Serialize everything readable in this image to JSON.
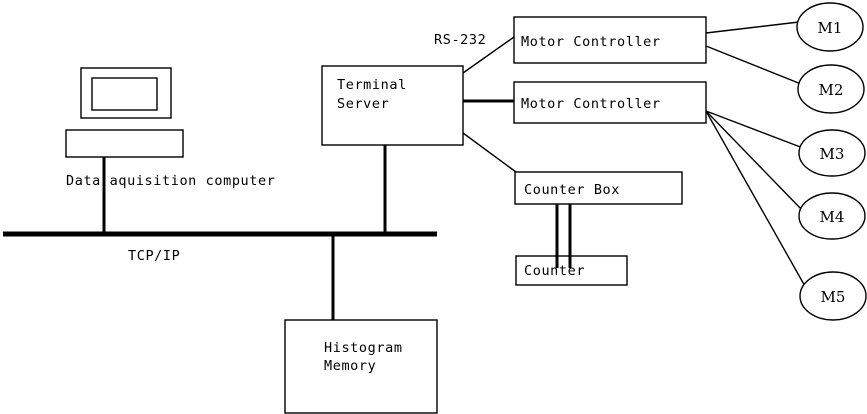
{
  "diagram": {
    "title": "Data acquisition system block diagram",
    "colors": {
      "background": "#ffffff",
      "stroke": "#000000",
      "fill": "#ffffff"
    },
    "nodes": {
      "computer": {
        "label": "Data aquisition computer",
        "type": "workstation-icon"
      },
      "terminal_server": {
        "line1": "Terminal",
        "line2": "Server"
      },
      "motor_controller_1": {
        "label": "Motor Controller"
      },
      "motor_controller_2": {
        "label": "Motor Controller"
      },
      "counter_box": {
        "label": "Counter Box"
      },
      "counter": {
        "label": "Counter"
      },
      "histogram_memory": {
        "line1": "Histogram",
        "line2": "Memory"
      },
      "motors": [
        {
          "label": "M1"
        },
        {
          "label": "M2"
        },
        {
          "label": "M3"
        },
        {
          "label": "M4"
        },
        {
          "label": "M5"
        }
      ]
    },
    "links": {
      "bus_label": "TCP/IP",
      "serial_label": "RS-232"
    }
  }
}
